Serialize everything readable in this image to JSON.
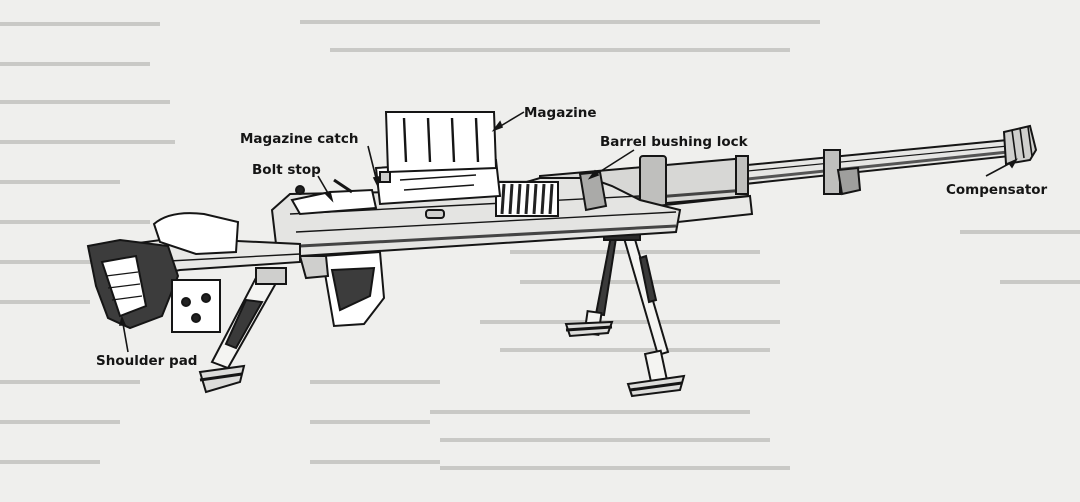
{
  "diagram": {
    "labels": {
      "magazine": "Magazine",
      "magazine_catch": "Magazine catch",
      "barrel_bushing_lock": "Barrel bushing lock",
      "bolt_stop": "Bolt stop",
      "compensator": "Compensator",
      "shoulder_pad": "Shoulder pad"
    }
  },
  "colors": {
    "background": "#efefed",
    "ink": "#151515"
  }
}
